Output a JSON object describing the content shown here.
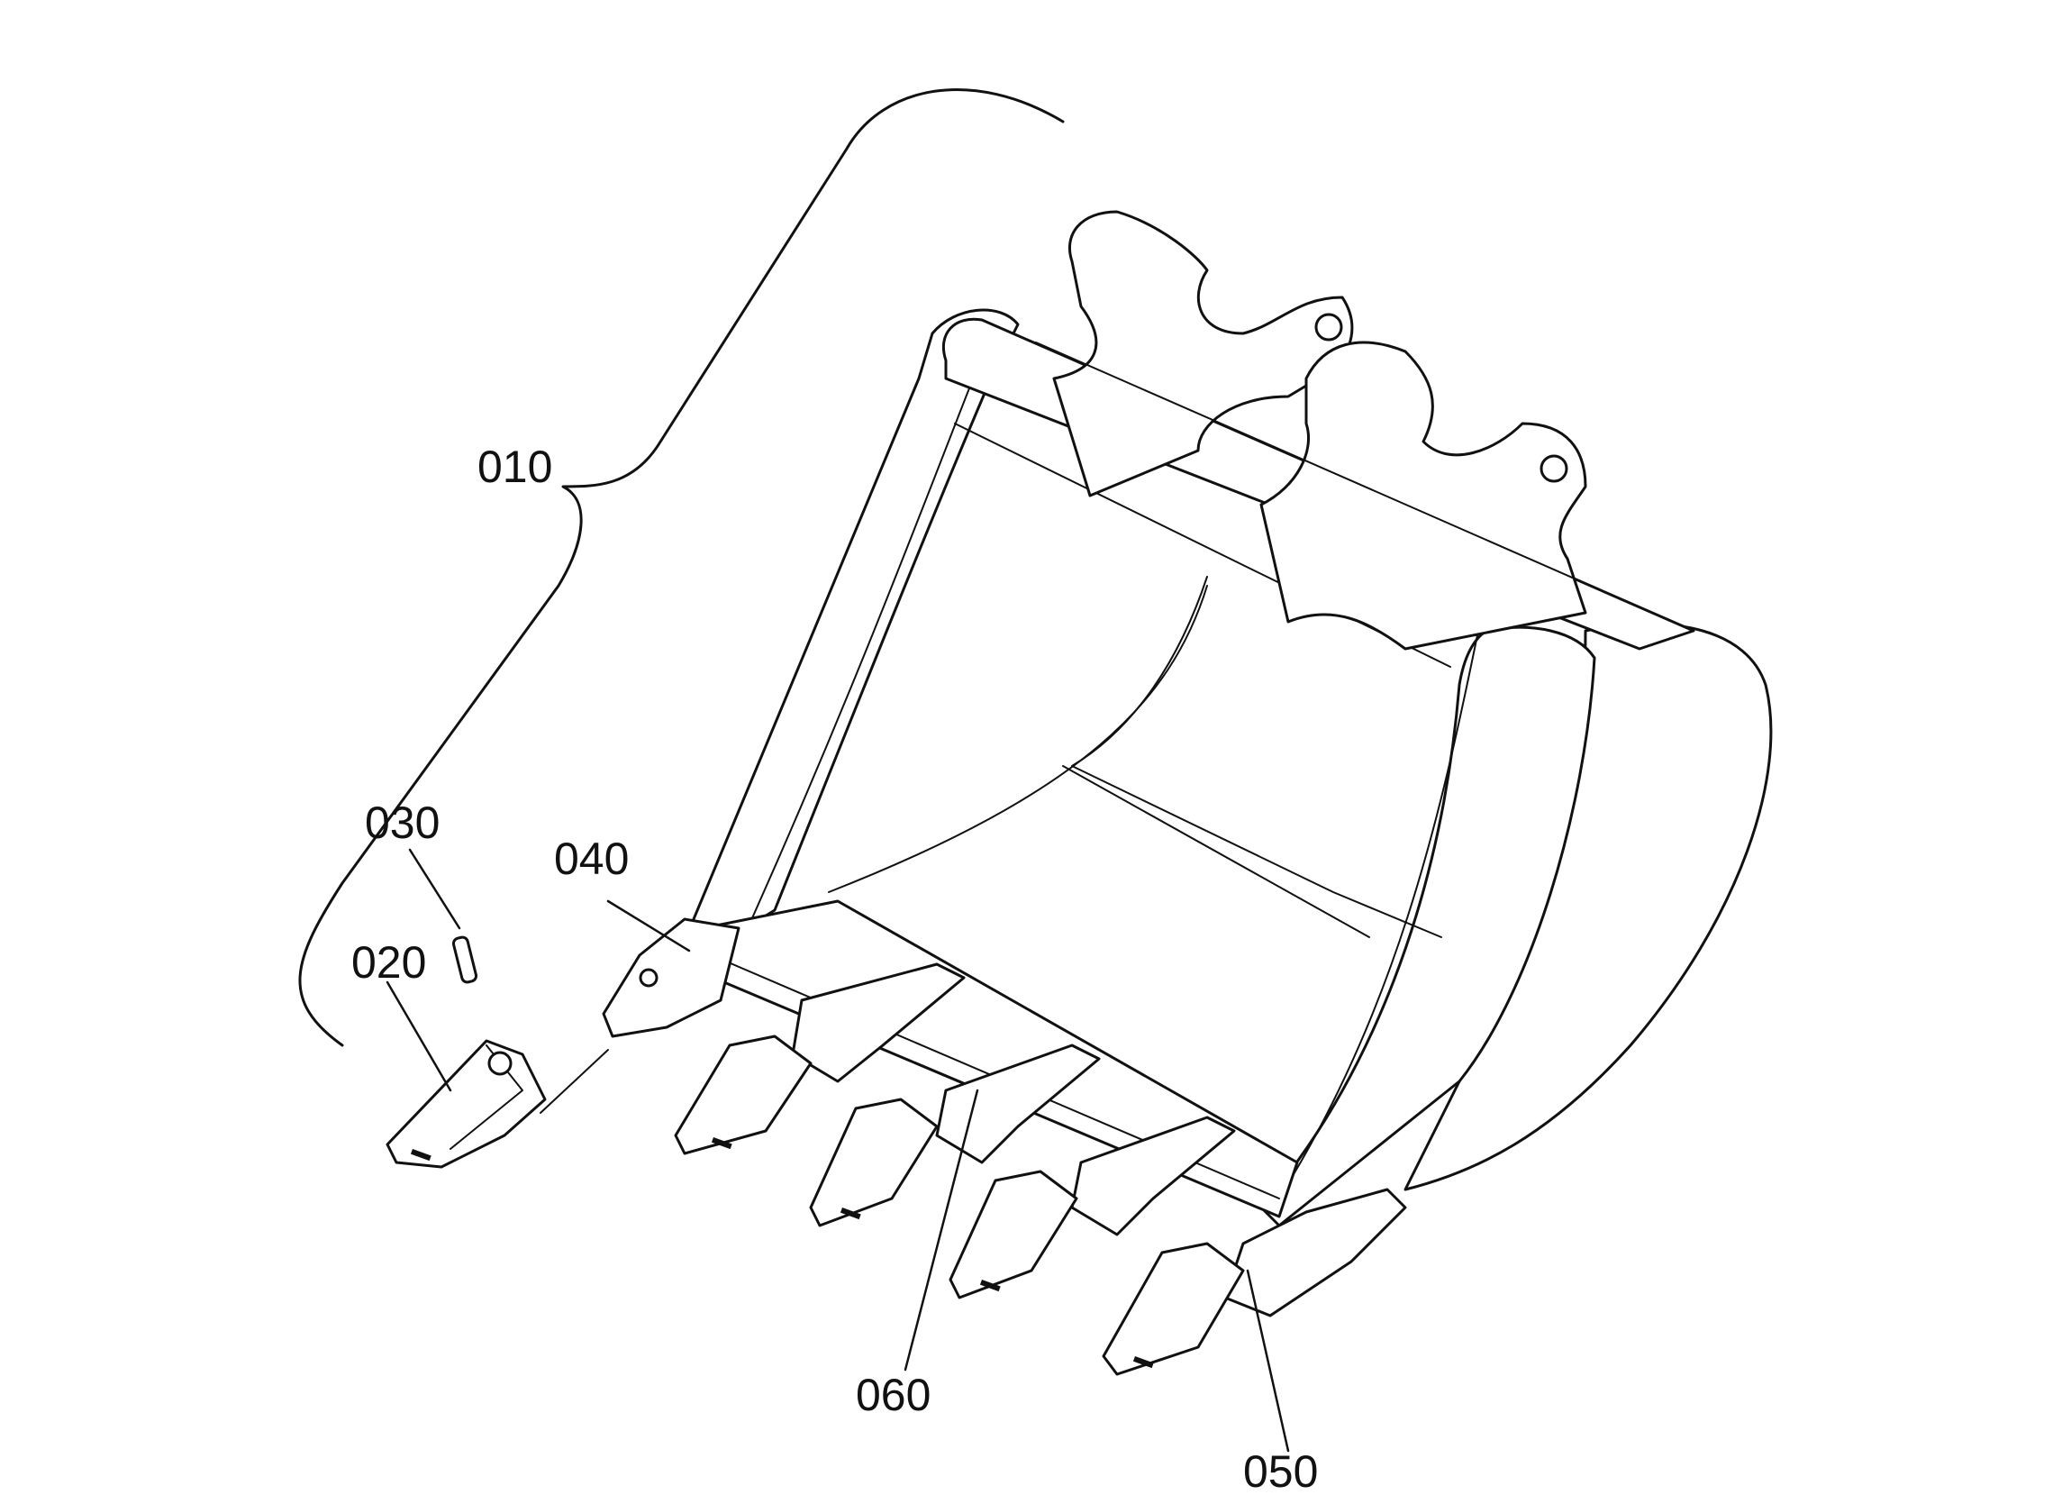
{
  "figure": {
    "labels": {
      "bucket_assembly": "010",
      "tooth": "020",
      "pin": "030",
      "side_adapter_left": "040",
      "side_adapter_right": "050",
      "center_adapter": "060"
    }
  },
  "colors": {
    "line": "#111111",
    "background": "#ffffff"
  }
}
